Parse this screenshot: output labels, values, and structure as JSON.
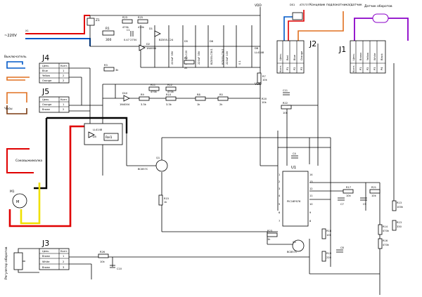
{
  "supply": {
    "vdd_top": "VDD",
    "vdd_mid": "VDD",
    "mains": "~220V",
    "x1": "X1"
  },
  "components": {
    "z1": "Z1",
    "r1": "R1",
    "r1_val": "300",
    "r23": "R23",
    "r23_val": "470k",
    "r25": "R25",
    "r25_val": "470k",
    "c1": "C1",
    "c1_val": "0.47 275V",
    "d2": "D2",
    "d2_val": "1N4004",
    "d1": "D1",
    "d1_val": "BZX55-C24",
    "c2_val": "220uF 35V",
    "d5": "D5",
    "d5_val": "BZX55-C20",
    "c3_val": "220uF 35V",
    "d6": "D6",
    "d6_val": "BZX55-C5V1",
    "c4_val": "220uF 10V",
    "c5_val": "0.1",
    "d8": "D8",
    "d8_val": "LL4148",
    "r2": "R2",
    "r2_val": "2k",
    "r3": "R3",
    "r3_val": "3k",
    "r7": "R7",
    "r7_val": "10k",
    "d10": "D10",
    "d10_val": "1N4004",
    "r9": "R9",
    "r9_val": "3.3k",
    "r11": "R11",
    "r11_val": "470k",
    "r10": "R10",
    "r10_val": "3.3k",
    "r12": "R12",
    "r12_val": "470k",
    "r8": "R8",
    "r8_val": "1k",
    "r5": "R5",
    "r5_val": "2k",
    "r20": "R20",
    "r20_val": "10k",
    "c11": "C11",
    "r22": "R22",
    "r22_val": "10k",
    "c4": "C4",
    "d5b": "D5",
    "d5b_val": "LL4148",
    "rel": "Rel1",
    "q1": "Q1",
    "q1_val": "BC857C",
    "r15": "R15",
    "r15_val": "1k",
    "q2": "Q2",
    "q2_val": "BC857C",
    "r23b": "R23",
    "r23b_val": "1k",
    "r18": "R18",
    "r18_val": "10k",
    "r19": "R19",
    "r19_val": "220",
    "c8": "C8",
    "r17": "R17",
    "r17_val": "10k",
    "r21": "R21",
    "r21_val": "10k",
    "c7": "C7",
    "c9": "C9",
    "r14": "R14",
    "r14_val": "470k",
    "r16": "R16",
    "r16_val": "470k",
    "r13": "R13",
    "r13_val": "100k",
    "r13b": "R13",
    "r13b_val": "330",
    "r26": "R26",
    "r26_val": "10k",
    "c10": "C10",
    "ds1": "DS1",
    "ds1_val": "AT5737",
    "m1": "M1"
  },
  "labels": {
    "switch": "Выключатель",
    "limit_switch": "Концевик подлокотника/датчик",
    "speed_sensor": "Датчик оборотов",
    "hours": "Часы",
    "juicer": "Соковыжималка",
    "regulator": "Регулятор оборотов"
  },
  "ic": {
    "name": "U1",
    "part": "PIC16F676",
    "left_pins": [
      "1",
      "2",
      "3",
      "4",
      "5",
      "6",
      "7"
    ],
    "right_pins": [
      "14",
      "13",
      "12",
      "11",
      "10",
      "9",
      "8"
    ]
  },
  "connectors": {
    "j4": {
      "name": "J4",
      "header": [
        "Цепь",
        "Конт."
      ],
      "rows": [
        [
          "Blue",
          "1"
        ],
        [
          "Yellow",
          "2"
        ],
        [
          "Orange",
          "2"
        ]
      ]
    },
    "j5": {
      "name": "J5",
      "header": [
        "Цепь",
        "Конт."
      ],
      "rows": [
        [
          "Orange",
          "1"
        ],
        [
          "Brown",
          "2"
        ]
      ]
    },
    "j3": {
      "name": "J3",
      "header": [
        "Цепь",
        "Конт."
      ],
      "rows": [
        [
          "Brown",
          "1"
        ],
        [
          "White",
          "2"
        ],
        [
          "Brown",
          "3"
        ]
      ]
    },
    "j2": {
      "name": "J2",
      "cols": [
        "Цепь",
        "Red",
        "Blue",
        "Orange"
      ],
      "pins": [
        "Конт.",
        "P1",
        "P2",
        "P3"
      ]
    },
    "j1": {
      "name": "J1",
      "cols": [
        "Цепь",
        "Brown",
        "Yellow",
        "White",
        "Black"
      ],
      "pins": [
        "Конт.",
        "P1",
        "P2",
        "P3",
        "P4"
      ]
    }
  },
  "colors": {
    "red_wire": "#e00000",
    "blue_wire": "#0058c8",
    "orange_wire": "#e07020",
    "yellow_wire": "#f0e000",
    "purple_wire": "#8a00c8",
    "black_wire": "#000000"
  }
}
